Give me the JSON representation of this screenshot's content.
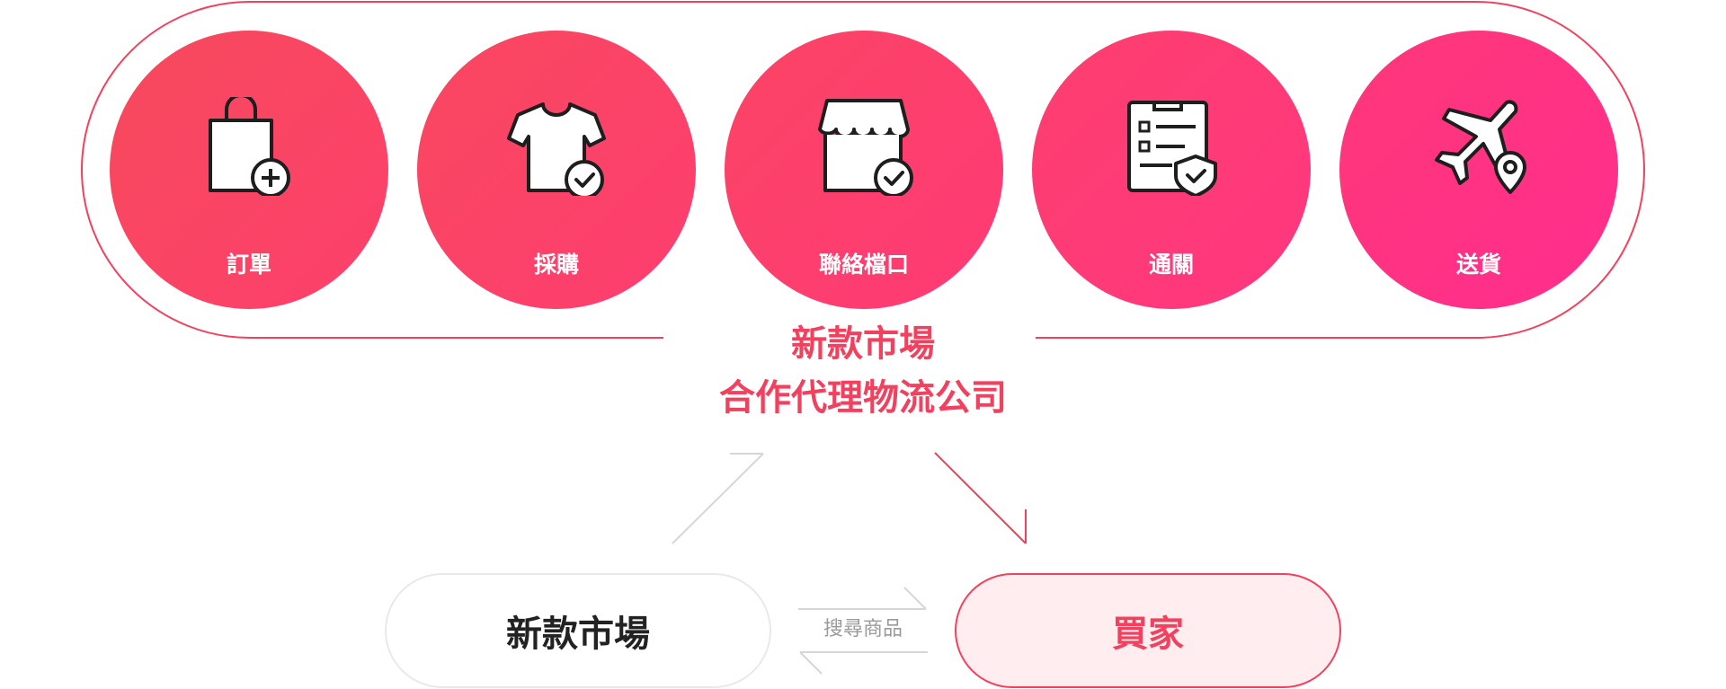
{
  "steps": [
    {
      "label": "訂單",
      "icon": "shopping-bag-add-icon"
    },
    {
      "label": "採購",
      "icon": "shirt-check-icon"
    },
    {
      "label": "聯絡檔口",
      "icon": "storefront-check-icon"
    },
    {
      "label": "通關",
      "icon": "clipboard-shield-icon"
    },
    {
      "label": "送貨",
      "icon": "airplane-location-icon"
    }
  ],
  "agent": {
    "line1": "新款市場",
    "line2": "合作代理物流公司"
  },
  "nodes": {
    "market": "新款市場",
    "buyer": "買家"
  },
  "exchange_label": "搜尋商品",
  "colors": {
    "accent_start": "#f74a5c",
    "accent_end": "#ff2d8e",
    "accent_text": "#f2415e",
    "buyer_fill": "#ffedf0",
    "neutral_line": "#d6d6d6",
    "icon_stroke": "#1e1e1e"
  }
}
